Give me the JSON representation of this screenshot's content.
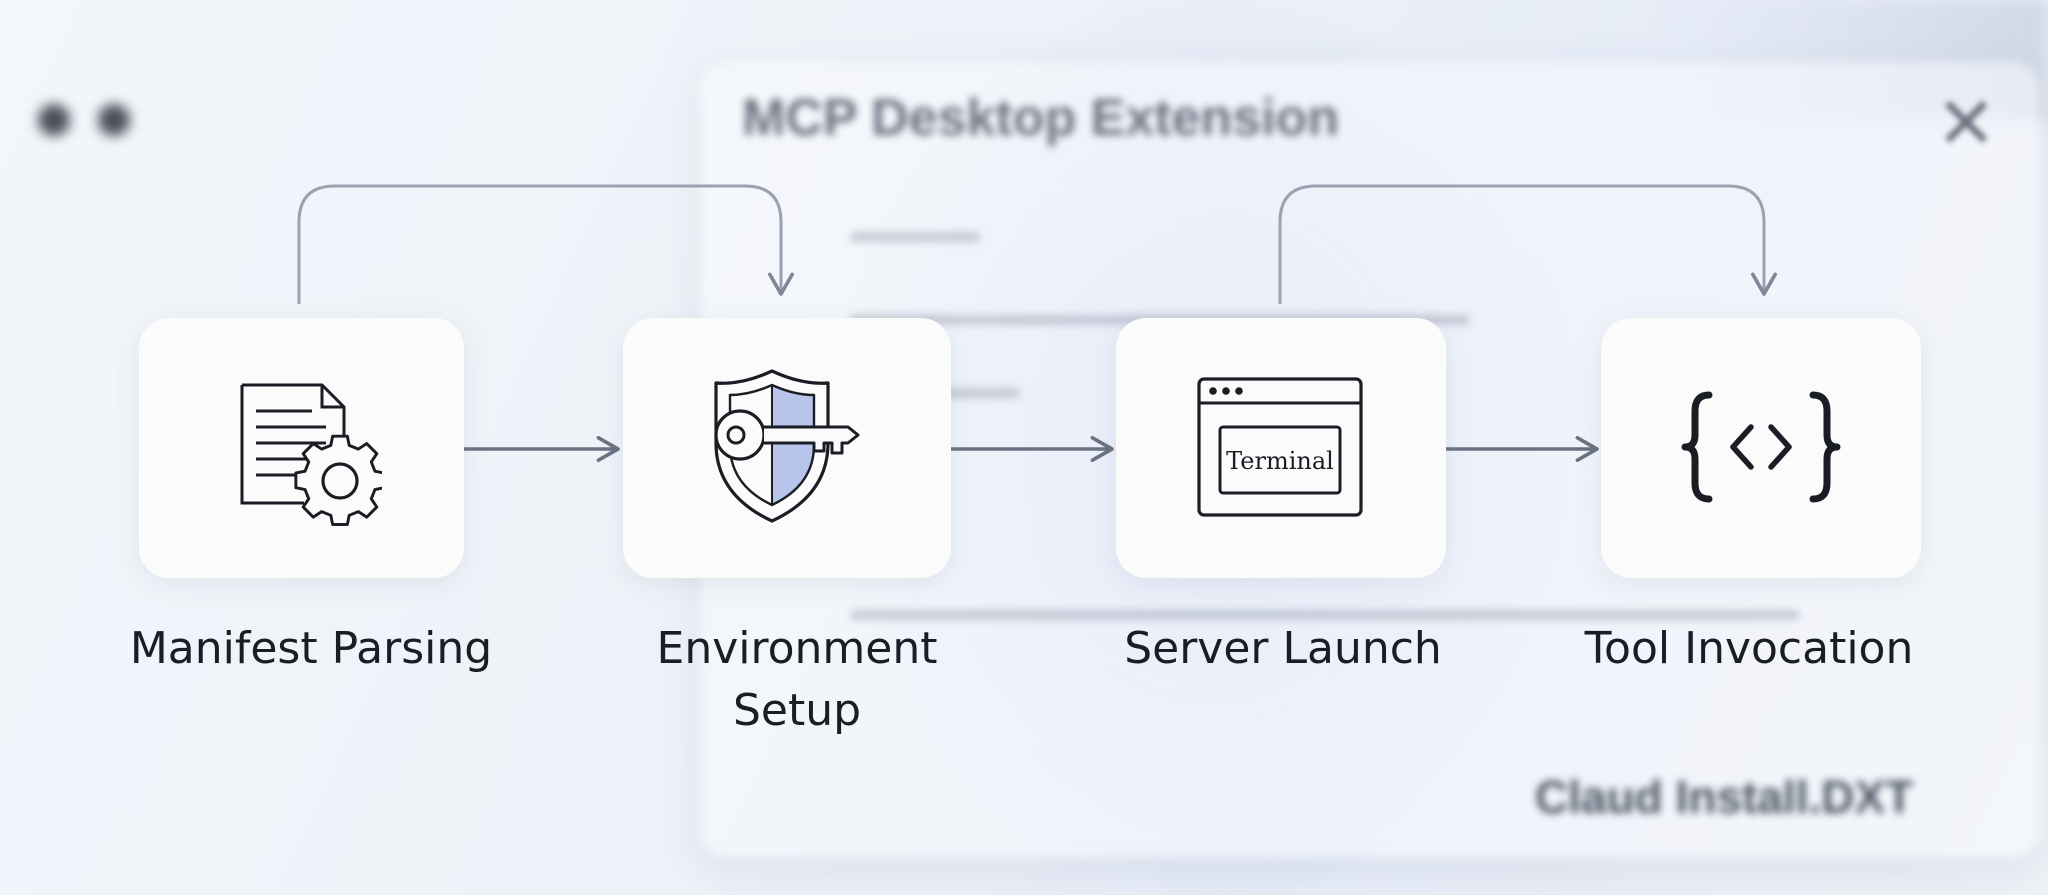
{
  "background": {
    "window_title": "MCP Desktop Extension",
    "footer_text": "Claud Install.DXT",
    "close_glyph": "✕"
  },
  "steps": [
    {
      "label": "Manifest Parsing",
      "icon": "document-gear-icon"
    },
    {
      "label": "Environment\nSetup",
      "icon": "shield-key-icon"
    },
    {
      "label": "Server Launch",
      "icon": "terminal-window-icon",
      "icon_text": "Terminal"
    },
    {
      "label": "Tool Invocation",
      "icon": "code-braces-icon",
      "icon_text": "{‹›}"
    }
  ],
  "colors": {
    "arrow": "#6b7383",
    "loop_arrow": "#9aa2b2",
    "card": "#fbfbfc",
    "shield_fill": "#b7c4ec",
    "ink": "#1a1d24"
  }
}
